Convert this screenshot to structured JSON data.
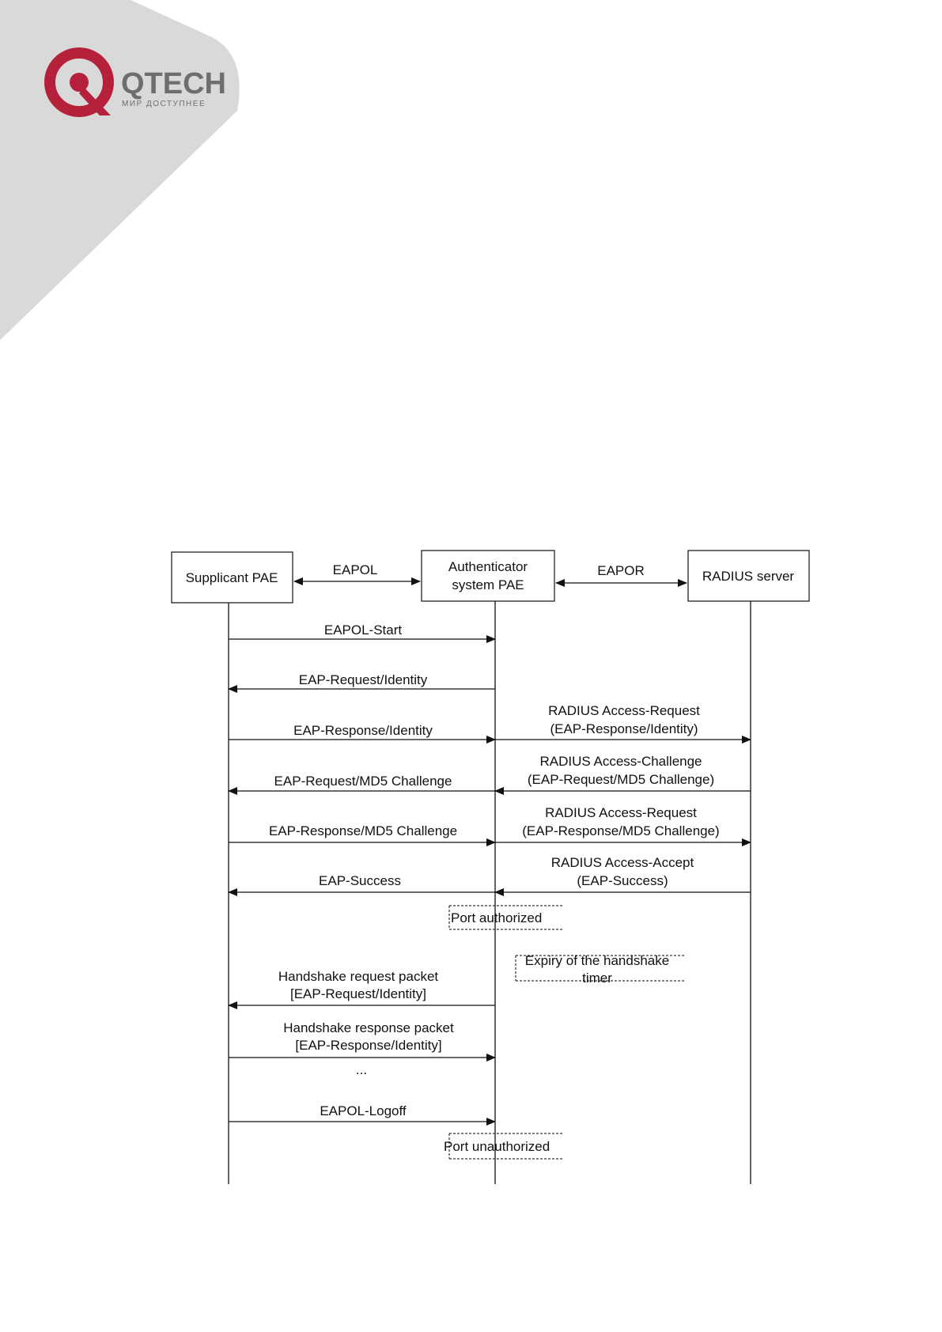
{
  "brand": {
    "name": "QTECH",
    "tagline": "МИР ДОСТУПНЕЕ",
    "colors": {
      "accent": "#b5203a",
      "text_gray": "#6e6e6e",
      "background_shape": "#d9d9d9"
    }
  },
  "diagram": {
    "entities": {
      "supplicant": "Supplicant PAE",
      "authenticator": [
        "Authenticator",
        "system PAE"
      ],
      "server": "RADIUS server"
    },
    "protocols": {
      "eapol": "EAPOL",
      "eapor": "EAPOR"
    },
    "messages": [
      {
        "lines": [
          "EAPOL-Start"
        ]
      },
      {
        "lines": [
          "EAP-Request/Identity"
        ]
      },
      {
        "lines": [
          "EAP-Response/Identity"
        ]
      },
      {
        "lines": [
          "RADIUS Access-Request",
          "(EAP-Response/Identity)"
        ]
      },
      {
        "lines": [
          "RADIUS Access-Challenge",
          "(EAP-Request/MD5 Challenge)"
        ]
      },
      {
        "lines": [
          "EAP-Request/MD5 Challenge"
        ]
      },
      {
        "lines": [
          "RADIUS Access-Request",
          "(EAP-Response/MD5 Challenge)"
        ]
      },
      {
        "lines": [
          "EAP-Response/MD5 Challenge"
        ]
      },
      {
        "lines": [
          "RADIUS Access-Accept",
          "(EAP-Success)"
        ]
      },
      {
        "lines": [
          "EAP-Success"
        ]
      },
      {
        "lines": [
          "Handshake request packet",
          "[EAP-Request/Identity]"
        ]
      },
      {
        "lines": [
          "Handshake response packet",
          "[EAP-Response/Identity]"
        ]
      },
      {
        "lines": [
          "EAPOL-Logoff"
        ]
      }
    ],
    "ellipsis": "...",
    "notes": {
      "port_authorized": "Port authorized",
      "handshake_timer": [
        "Expiry of the handshake",
        "timer"
      ],
      "port_unauthorized": "Port unauthorized"
    }
  }
}
